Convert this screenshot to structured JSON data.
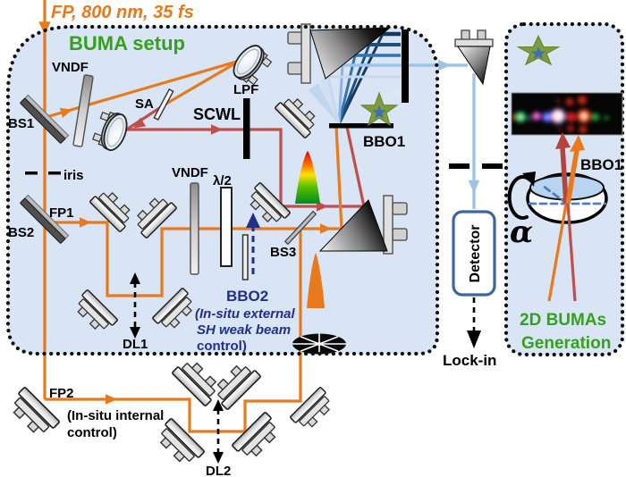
{
  "colors": {
    "orange": "#e8791d",
    "red": "#bf4f4a",
    "green": "#35a01e",
    "navy": "#212e8c",
    "lightblue": "#9dc3e6",
    "boxfill": "#d9e4f4",
    "dashblue": "#4e7fc1",
    "detectorborder": "#3a67a0",
    "olive": "#7d9c3e",
    "starblue": "#3d6eb5"
  },
  "input_beam": {
    "label": "FP, 800 nm, 35 fs"
  },
  "buma_box": {
    "title": "BUMA setup",
    "labels": {
      "vndf_top": "VNDF",
      "bs1": "BS1",
      "sa": "SA",
      "lpf": "LPF",
      "scwl": "SCWL",
      "iris": "iris",
      "vndf_mid": "VNDF",
      "half_wave": "λ/2",
      "fp1": "FP1",
      "bs2": "BS2",
      "bs3": "BS3",
      "bbo1": "BBO1",
      "dl1": "DL1",
      "bbo2": "BBO2",
      "bbo2_note1": "(In-situ external",
      "bbo2_note2": "SH weak beam",
      "bbo2_note3": "control)"
    }
  },
  "fp2_section": {
    "fp2": "FP2",
    "note1": "(In-situ internal",
    "note2": "control)",
    "dl2": "DL2"
  },
  "detector_column": {
    "detector": "Detector",
    "lockin": "Lock-in"
  },
  "right_panel": {
    "bbo1": "BBO1",
    "alpha": "α",
    "gen_line1": "2D BUMAs",
    "gen_line2": "Generation",
    "photo_blobs": [
      [
        573,
        131,
        4,
        "#a81515",
        0.75
      ],
      [
        582,
        131,
        6,
        "#25c05a",
        1
      ],
      [
        582,
        131,
        2.5,
        "#c8ffd8",
        0.9
      ],
      [
        591,
        132,
        3.5,
        "#0e8060",
        0.6
      ],
      [
        600,
        130,
        5,
        "#d83fc0",
        0.95
      ],
      [
        600,
        130,
        2,
        "#ff9ff0",
        0.9
      ],
      [
        612,
        131,
        6,
        "#2f4bf0",
        1
      ],
      [
        612,
        131,
        2.5,
        "#aab8ff",
        0.95
      ],
      [
        624,
        130,
        9,
        "#c86ad8",
        0.55
      ],
      [
        624,
        130,
        7,
        "#ffd9ee",
        1
      ],
      [
        624,
        130,
        3.5,
        "#ffffff",
        1
      ],
      [
        639,
        131,
        5.5,
        "#dd2020",
        0.95
      ],
      [
        653,
        130,
        9,
        "#bb1010",
        0.5
      ],
      [
        653,
        130,
        6.5,
        "#ff5f22",
        1
      ],
      [
        653,
        130,
        3,
        "#ffeccc",
        1
      ],
      [
        666,
        131,
        4.5,
        "#17a83a",
        0.9
      ],
      [
        678,
        132,
        3.5,
        "#0e7a2a",
        0.7
      ],
      [
        624,
        113,
        3,
        "#8a1010",
        0.6
      ],
      [
        637,
        114,
        4.5,
        "#cc1d15",
        0.85
      ],
      [
        651,
        112,
        5,
        "#dd2810",
        0.9
      ],
      [
        626,
        145,
        3,
        "#7a0f0f",
        0.55
      ],
      [
        638,
        144,
        4,
        "#c41818",
        0.8
      ],
      [
        652,
        145,
        4.5,
        "#d22410",
        0.85
      ]
    ]
  }
}
